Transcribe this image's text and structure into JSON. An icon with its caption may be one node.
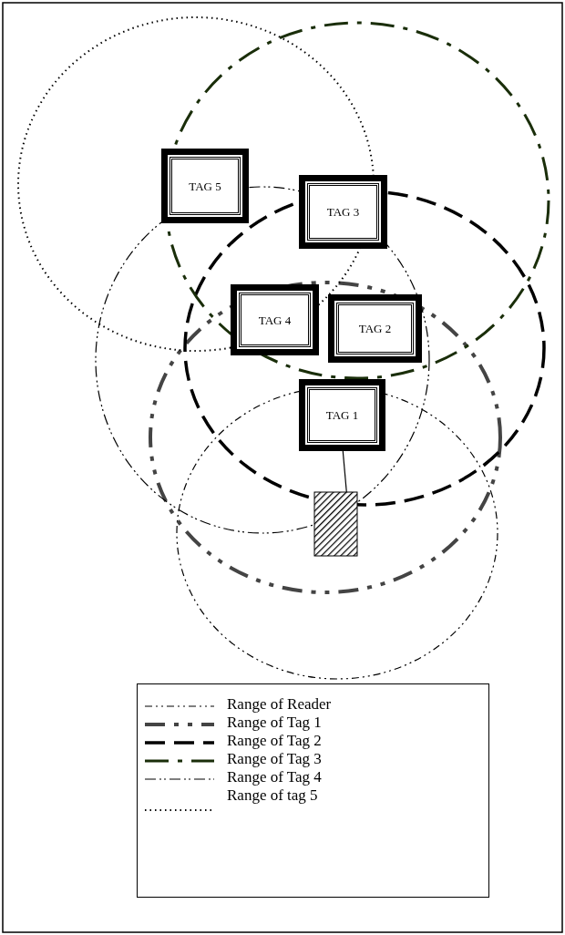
{
  "diagram": {
    "nodes": [
      {
        "text": [
          "TAG 5"
        ]
      },
      {
        "text": [
          "TAG 3"
        ]
      },
      {
        "text": [
          "TAG 4"
        ]
      },
      {
        "text": [
          "TAG 2"
        ]
      },
      {
        "text": [
          "TAG 1"
        ]
      },
      {
        "text": [],
        "shape": "box"
      }
    ],
    "edges": [
      {
        "from": 4,
        "to": 5,
        "arrow": "none"
      }
    ],
    "legend": [
      {
        "text": "Range of Reader"
      },
      {
        "text": "Range of Tag 1"
      },
      {
        "text": "Range of Tag 2"
      },
      {
        "text": "Range of Tag 3"
      },
      {
        "text": "Range of Tag 4"
      },
      {
        "text": "Range of tag 5"
      }
    ]
  }
}
